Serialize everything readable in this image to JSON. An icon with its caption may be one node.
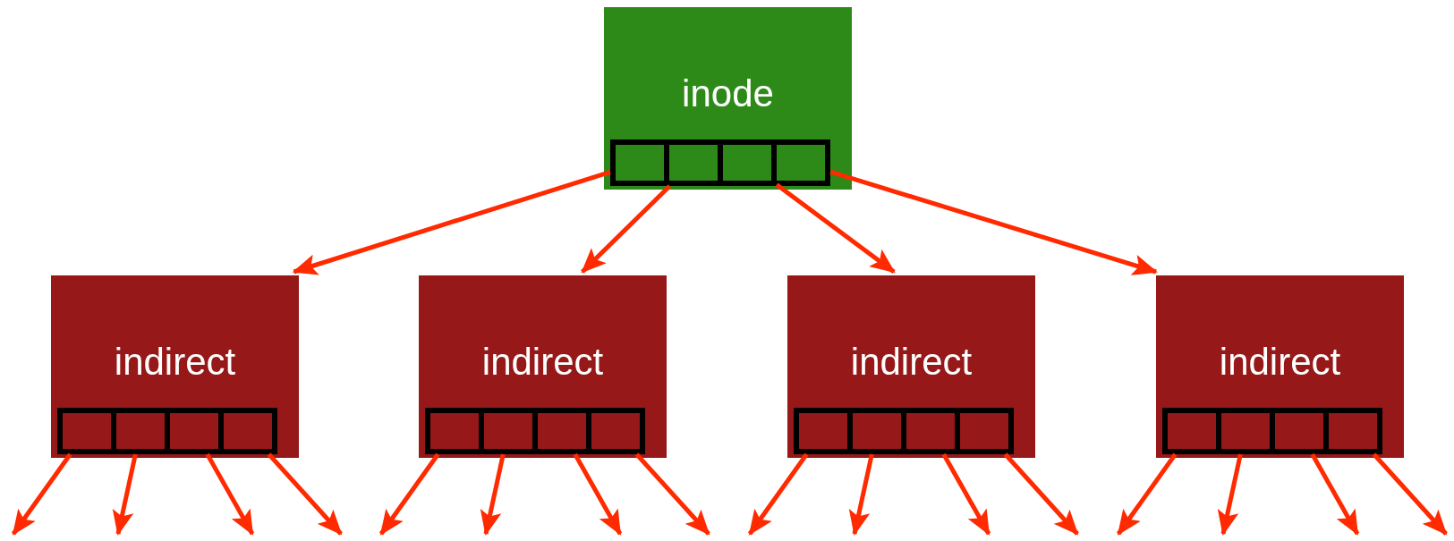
{
  "diagram": {
    "nodes": [
      {
        "text": [
          "inode"
        ]
      },
      {
        "text": [],
        "shape": "box",
        "in": 0
      },
      {
        "text": [],
        "shape": "box",
        "in": 0
      },
      {
        "text": [],
        "shape": "box",
        "in": 0
      },
      {
        "text": [],
        "shape": "box",
        "in": 0
      },
      {
        "text": [
          "indirect"
        ]
      },
      {
        "text": [],
        "shape": "box",
        "in": 5
      },
      {
        "text": [],
        "shape": "box",
        "in": 5
      },
      {
        "text": [],
        "shape": "box",
        "in": 5
      },
      {
        "text": [],
        "shape": "box",
        "in": 5
      },
      {
        "text": [
          "indirect"
        ]
      },
      {
        "text": [],
        "shape": "box",
        "in": 10
      },
      {
        "text": [],
        "shape": "box",
        "in": 10
      },
      {
        "text": [],
        "shape": "box",
        "in": 10
      },
      {
        "text": [],
        "shape": "box",
        "in": 10
      },
      {
        "text": [
          "indirect"
        ]
      },
      {
        "text": [],
        "shape": "box",
        "in": 15
      },
      {
        "text": [],
        "shape": "box",
        "in": 15
      },
      {
        "text": [],
        "shape": "box",
        "in": 15
      },
      {
        "text": [],
        "shape": "box",
        "in": 15
      },
      {
        "text": [
          "indirect"
        ]
      },
      {
        "text": [],
        "shape": "box",
        "in": 20
      },
      {
        "text": [],
        "shape": "box",
        "in": 20
      },
      {
        "text": [],
        "shape": "box",
        "in": 20
      },
      {
        "text": [],
        "shape": "box",
        "in": 20
      }
    ],
    "edges": [
      {
        "from": 1,
        "to": 5,
        "arrow": "to"
      },
      {
        "from": 2,
        "to": 10,
        "arrow": "to"
      },
      {
        "from": 3,
        "to": 15,
        "arrow": "to"
      },
      {
        "from": 4,
        "to": 20,
        "arrow": "to"
      },
      {
        "from": 6,
        "to": null,
        "arrow": "to"
      },
      {
        "from": 7,
        "to": null,
        "arrow": "to"
      },
      {
        "from": 8,
        "to": null,
        "arrow": "to"
      },
      {
        "from": 9,
        "to": null,
        "arrow": "to"
      },
      {
        "from": 11,
        "to": null,
        "arrow": "to"
      },
      {
        "from": 12,
        "to": null,
        "arrow": "to"
      },
      {
        "from": 13,
        "to": null,
        "arrow": "to"
      },
      {
        "from": 14,
        "to": null,
        "arrow": "to"
      },
      {
        "from": 16,
        "to": null,
        "arrow": "to"
      },
      {
        "from": 17,
        "to": null,
        "arrow": "to"
      },
      {
        "from": 18,
        "to": null,
        "arrow": "to"
      },
      {
        "from": 19,
        "to": null,
        "arrow": "to"
      },
      {
        "from": 21,
        "to": null,
        "arrow": "to"
      },
      {
        "from": 22,
        "to": null,
        "arrow": "to"
      },
      {
        "from": 23,
        "to": null,
        "arrow": "to"
      },
      {
        "from": 24,
        "to": null,
        "arrow": "to"
      }
    ]
  }
}
